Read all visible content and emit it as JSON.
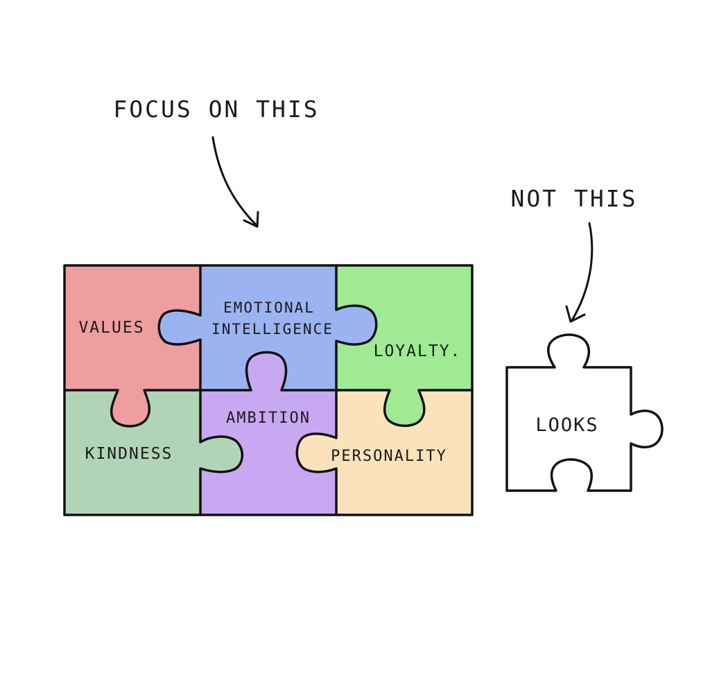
{
  "captions": {
    "focus": "FOCUS ON THIS",
    "not_this": "NOT THIS"
  },
  "pieces": {
    "values": {
      "label": "VALUES",
      "color": "#ee9e9f"
    },
    "emotional_intelligence": {
      "line1": "EMOTIONAL",
      "line2": "INTELLIGENCE",
      "color": "#9cb3f2"
    },
    "loyalty": {
      "label": "LOYALTY.",
      "color": "#a1ea94"
    },
    "kindness": {
      "label": "KINDNESS",
      "color": "#b1d4b7"
    },
    "ambition": {
      "label": "AMBITION",
      "color": "#c8a8f1"
    },
    "personality": {
      "label": "PERSONALITY",
      "color": "#fae3ba"
    },
    "looks": {
      "label": "LOOKS",
      "color": "#c9c9c9"
    }
  }
}
